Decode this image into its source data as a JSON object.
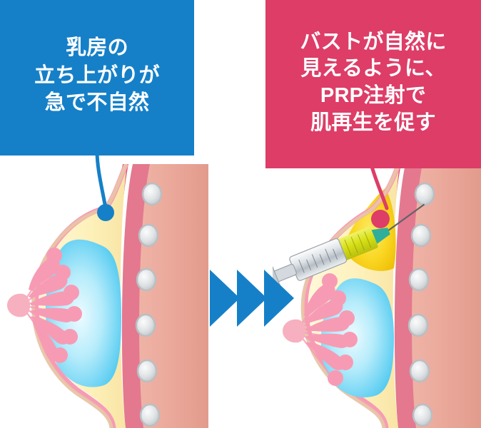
{
  "figure": {
    "kind": "medical-illustration",
    "topic": "breast-implant-prp-injection-comparison",
    "background_color": "#ffffff"
  },
  "panels": {
    "before": {
      "name": "before-panel",
      "background_color": "#1580c8",
      "text_color": "#ffffff",
      "lines": [
        "乳房の",
        "立ち上がりが",
        "急で不自然"
      ],
      "leader_color": "#1580c8"
    },
    "after": {
      "name": "after-panel",
      "background_color": "#dd3d67",
      "text_color": "#ffffff",
      "lines": [
        "バストが自然に",
        "見えるように、",
        "PRP注射で",
        "肌再生を促す"
      ],
      "leader_color": "#dd3d67"
    }
  },
  "arrows": {
    "name": "progress-arrows",
    "count": 3,
    "color": "#1580c8",
    "direction": "right"
  },
  "illustration": {
    "before": {
      "label": "breast-cross-section-before",
      "implant_color": "#4fc9f0",
      "fat_color": "#fdf0b8",
      "skin_color": "#f6c9c5",
      "gland_color": "#f79bb5",
      "muscle_color": "#e4788f",
      "chest_color": "#edab9f",
      "rib_color": "#d5d8da",
      "rib_count": 6,
      "upper_slope": "steep"
    },
    "after": {
      "label": "breast-cross-section-after",
      "implant_color": "#4fc9f0",
      "fat_color": "#fdf0b8",
      "filler_color": "#f7d417",
      "skin_color": "#f6c9c5",
      "gland_color": "#f79bb5",
      "muscle_color": "#e4788f",
      "chest_color": "#edab9f",
      "rib_color": "#d5d8da",
      "rib_count": 6,
      "upper_slope": "gradual",
      "syringe": {
        "name": "prp-syringe",
        "barrel_color": "#e8ecef",
        "fluid_color": "#d8e017",
        "hub_color": "#2fae9b",
        "needle_color": "#5f6468"
      },
      "injection_marker_color": "#dd3d67"
    }
  }
}
